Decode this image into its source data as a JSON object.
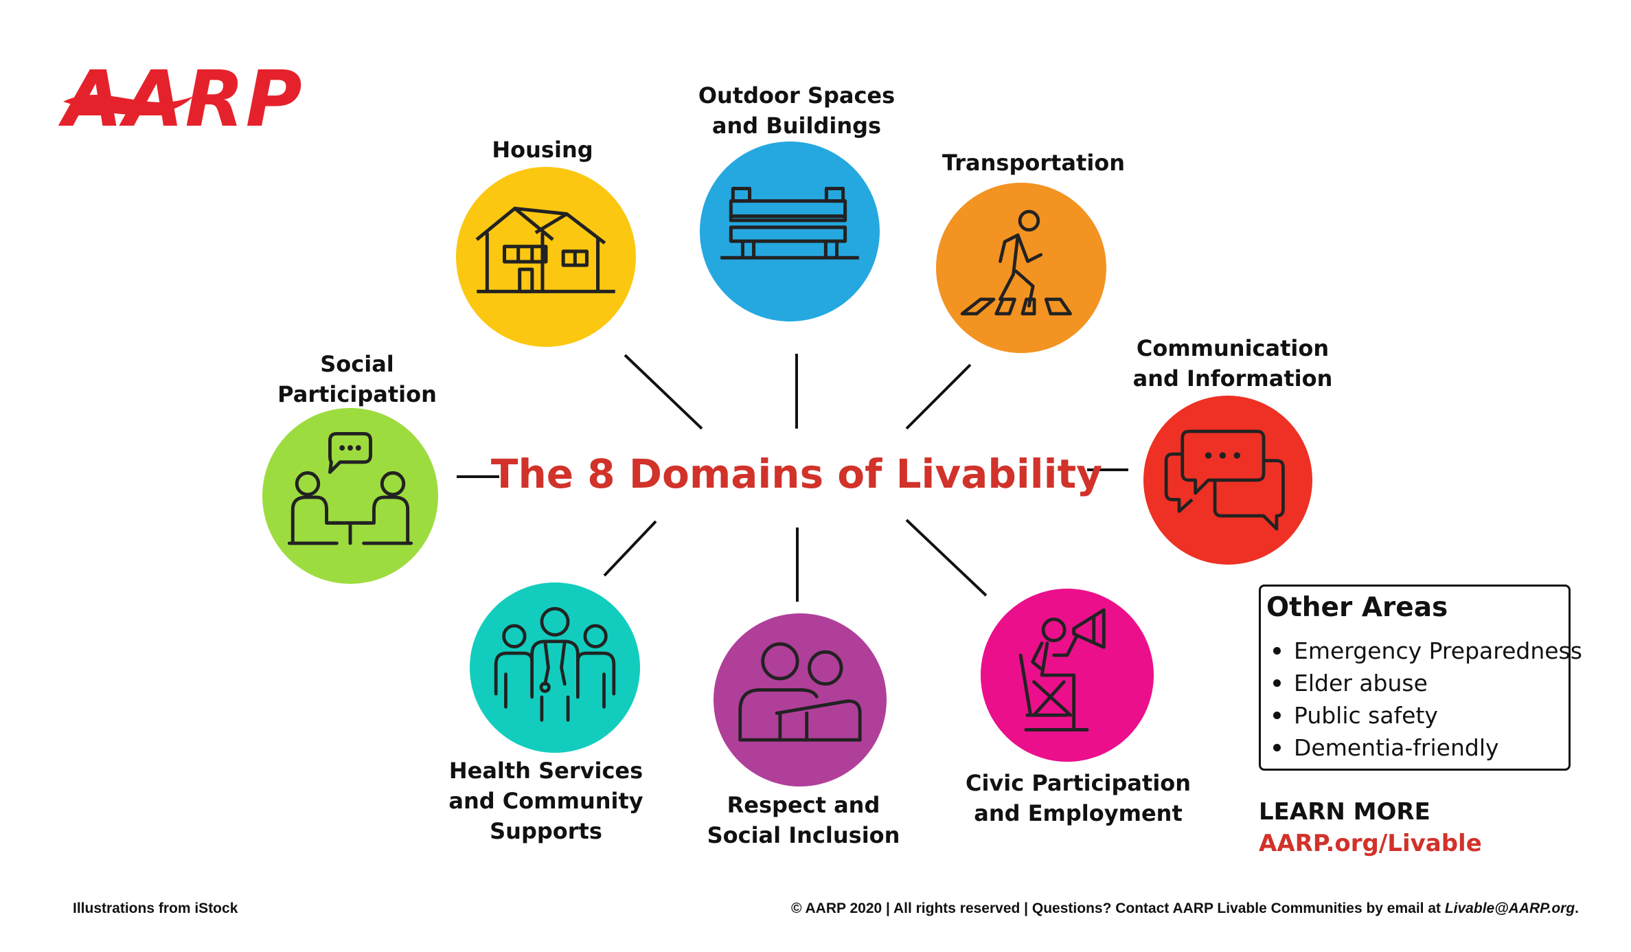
{
  "logo": {
    "text": "AARP"
  },
  "center_title": "The 8 Domains of Livability",
  "colors": {
    "brand_red": "#e5222b",
    "title_red": "#d1322a",
    "housing": "#fcc710",
    "outdoor": "#25a8e0",
    "transportation": "#f39321",
    "communication": "#ee3124",
    "social": "#9ddc3f",
    "health": "#12cdbe",
    "respect": "#b03f9a",
    "civic": "#ec0f8c"
  },
  "domains": [
    {
      "label": "Housing",
      "icon": "house-icon"
    },
    {
      "label": "Outdoor Spaces\nand Buildings",
      "icon": "bench-icon"
    },
    {
      "label": "Transportation",
      "icon": "pedestrian-crossing-icon"
    },
    {
      "label": "Communication\nand Information",
      "icon": "chat-bubbles-icon"
    },
    {
      "label": "Social\nParticipation",
      "icon": "conversation-icon"
    },
    {
      "label": "Health Services\nand Community\nSupports",
      "icon": "healthcare-team-icon"
    },
    {
      "label": "Respect and\nSocial Inclusion",
      "icon": "embrace-icon"
    },
    {
      "label": "Civic Participation\nand Employment",
      "icon": "megaphone-speaker-icon"
    }
  ],
  "other_areas": {
    "title": "Other Areas",
    "items": [
      "Emergency Preparedness",
      "Elder abuse",
      "Public safety",
      "Dementia-friendly"
    ]
  },
  "learn_more": {
    "heading": "LEARN MORE",
    "link": "AARP.org/Livable"
  },
  "footer": {
    "left": "Illustrations from iStock",
    "right_prefix": "© AARP 2020 | All rights reserved | Questions? Contact AARP Livable Communities by email at ",
    "right_email": "Livable@AARP.org",
    "right_suffix": "."
  }
}
